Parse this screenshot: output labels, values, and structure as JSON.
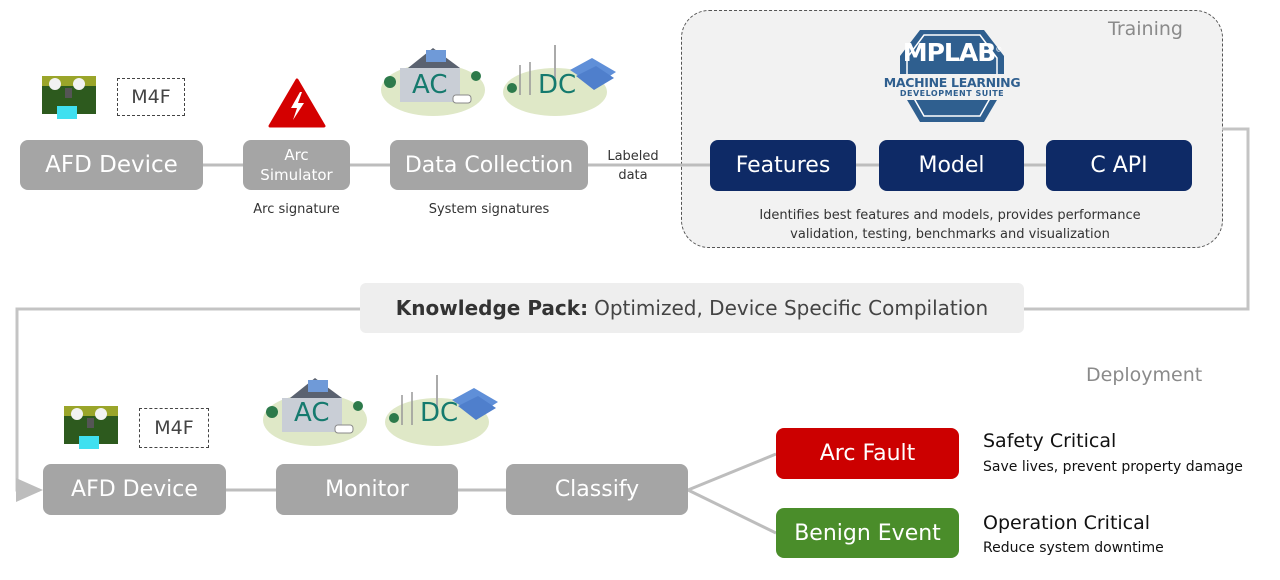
{
  "training": {
    "section_label": "Training",
    "logo": {
      "brand": "MPLAB",
      "trademark": "®",
      "line1": "MACHINE LEARNING",
      "line2": "DEVELOPMENT SUITE"
    },
    "nodes": [
      {
        "id": "afd-device",
        "label": "AFD Device"
      },
      {
        "id": "arc-simulator",
        "label": "Arc Simulator",
        "caption": "Arc signature"
      },
      {
        "id": "data-collection",
        "label": "Data Collection",
        "caption": "System signatures"
      },
      {
        "id": "features",
        "label": "Features"
      },
      {
        "id": "model",
        "label": "Model"
      },
      {
        "id": "c-api",
        "label": "C API"
      }
    ],
    "edge_label": "Labeled data",
    "panel_description": "Identifies best features and models, provides performance validation, testing, benchmarks and visualization",
    "chip_label": "M4F",
    "scenes": {
      "ac": "AC",
      "dc": "DC"
    }
  },
  "knowledge_pack": {
    "bold": "Knowledge Pack:",
    "rest": "Optimized, Device Specific Compilation"
  },
  "deployment": {
    "section_label": "Deployment",
    "chip_label": "M4F",
    "scenes": {
      "ac": "AC",
      "dc": "DC"
    },
    "nodes": [
      {
        "id": "afd-device",
        "label": "AFD Device"
      },
      {
        "id": "monitor",
        "label": "Monitor"
      },
      {
        "id": "classify",
        "label": "Classify"
      }
    ],
    "outcomes": [
      {
        "label": "Arc Fault",
        "title": "Safety Critical",
        "desc": "Save lives, prevent property damage",
        "color": "#cc0000"
      },
      {
        "label": "Benign Event",
        "title": "Operation Critical",
        "desc": "Reduce system downtime",
        "color": "#4a8d2a"
      }
    ]
  },
  "colors": {
    "node_gray": "#a5a5a5",
    "node_navy": "#0e2a66",
    "connector": "#bdbdbd",
    "warning_red": "#d40000",
    "scene_text": "#157a6e"
  }
}
